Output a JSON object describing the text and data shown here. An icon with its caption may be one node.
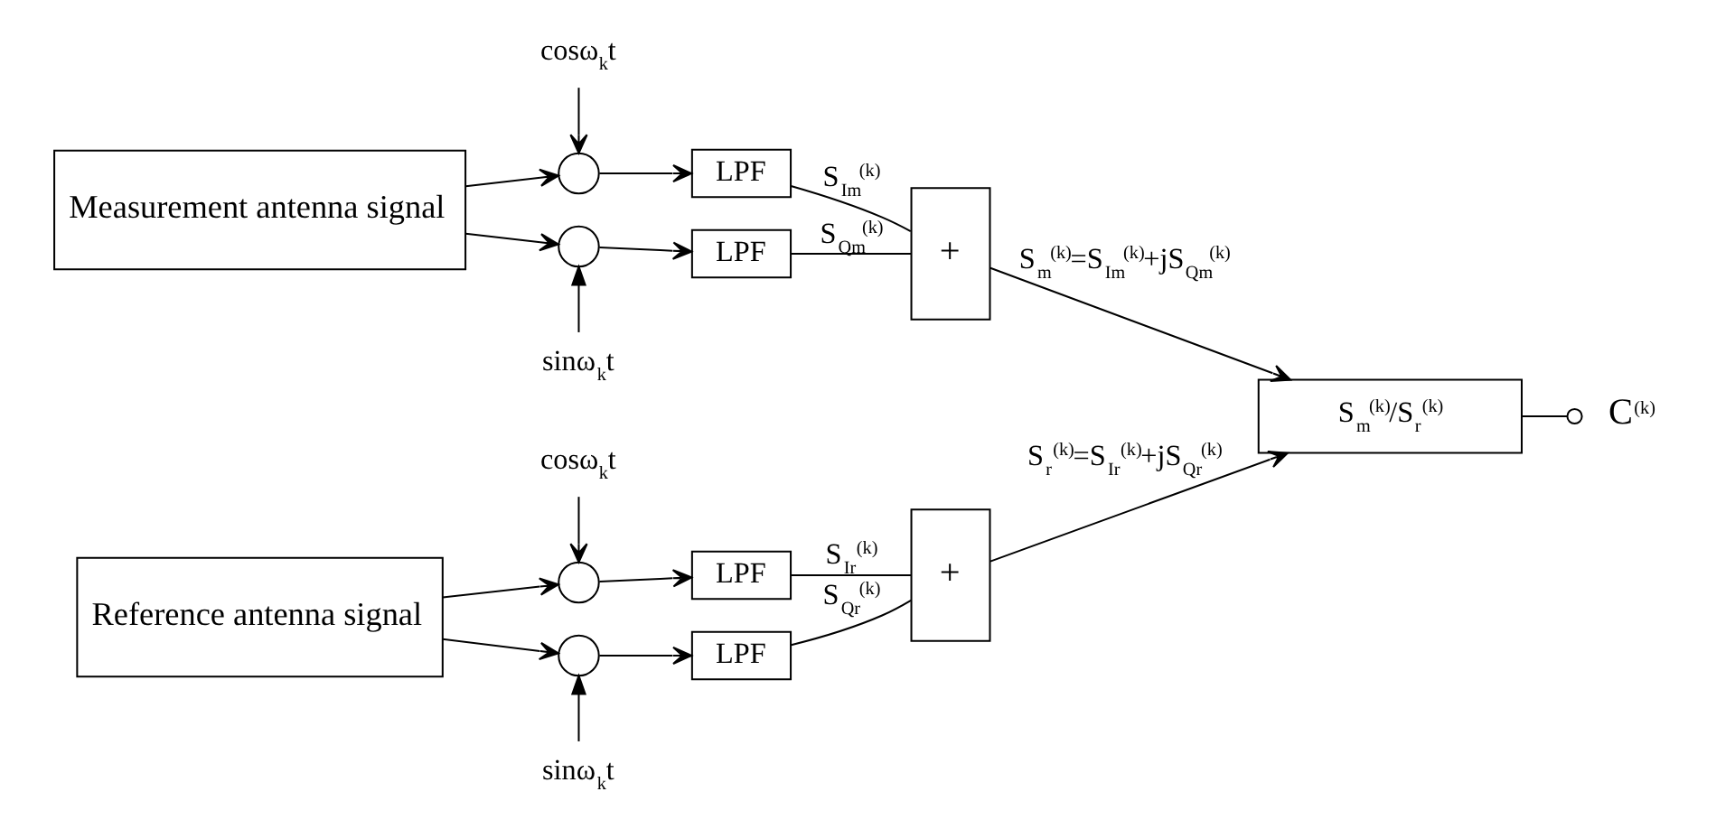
{
  "diagram": {
    "nodes": [
      {
        "text": [
          "Measurement antenna signal"
        ]
      },
      {
        "text": [
          "cosω$_{k}$t"
        ]
      },
      {
        "text": [],
        "shape": "circle"
      },
      {
        "text": [],
        "shape": "circle"
      },
      {
        "text": [
          "sinω$_{k}$t"
        ]
      },
      {
        "text": [
          "LPF"
        ]
      },
      {
        "text": [
          "LPF"
        ]
      },
      {
        "text": [
          "+"
        ]
      },
      {
        "text": [
          "S$_{m}$$^{(k)}$/S$_{r}$$^{(k)}$"
        ]
      },
      {
        "text": [
          "C$^{(k)}$"
        ]
      },
      {
        "text": [
          "Reference antenna signal"
        ]
      },
      {
        "text": [
          "cosω$_{k}$t"
        ]
      },
      {
        "text": [],
        "shape": "circle"
      },
      {
        "text": [],
        "shape": "circle"
      },
      {
        "text": [
          "sinω$_{k}$t"
        ]
      },
      {
        "text": [
          "LPF"
        ]
      },
      {
        "text": [
          "LPF"
        ]
      },
      {
        "text": [
          "+"
        ]
      }
    ],
    "edges": [
      {
        "from": 0,
        "to": 2,
        "arrow": "to"
      },
      {
        "from": 0,
        "to": 3,
        "arrow": "to"
      },
      {
        "from": 1,
        "to": 2,
        "arrow": "to"
      },
      {
        "from": 4,
        "to": 3,
        "arrow": "to"
      },
      {
        "from": 2,
        "to": 5,
        "arrow": "to"
      },
      {
        "from": 3,
        "to": 6,
        "arrow": "to"
      },
      {
        "from": 5,
        "to": 7,
        "arrow": "none",
        "label": "S$_{Im}$$^{(k)}$"
      },
      {
        "from": 6,
        "to": 7,
        "arrow": "none",
        "label": "S$_{Qm}$$^{(k)}$"
      },
      {
        "from": 7,
        "to": 8,
        "arrow": "to",
        "label": "S$_{m}$$^{(k)}$=S$_{Im}$$^{(k)}$+jS$_{Qm}$$^{(k)}$"
      },
      {
        "from": 8,
        "to": 9,
        "arrow": "other"
      },
      {
        "from": 10,
        "to": 12,
        "arrow": "to"
      },
      {
        "from": 10,
        "to": 13,
        "arrow": "to"
      },
      {
        "from": 11,
        "to": 12,
        "arrow": "to"
      },
      {
        "from": 14,
        "to": 13,
        "arrow": "to"
      },
      {
        "from": 12,
        "to": 15,
        "arrow": "to"
      },
      {
        "from": 13,
        "to": 16,
        "arrow": "to"
      },
      {
        "from": 15,
        "to": 17,
        "arrow": "none",
        "label": "S$_{Ir}$$^{(k)}$"
      },
      {
        "from": 16,
        "to": 17,
        "arrow": "none",
        "label": "S$_{Qr}$$^{(k)}$"
      },
      {
        "from": 17,
        "to": 8,
        "arrow": "to",
        "label": "S$_{r}$$^{(k)}$=S$_{Ir}$$^{(k)}$+jS$_{Qr}$$^{(k)}$"
      }
    ]
  }
}
